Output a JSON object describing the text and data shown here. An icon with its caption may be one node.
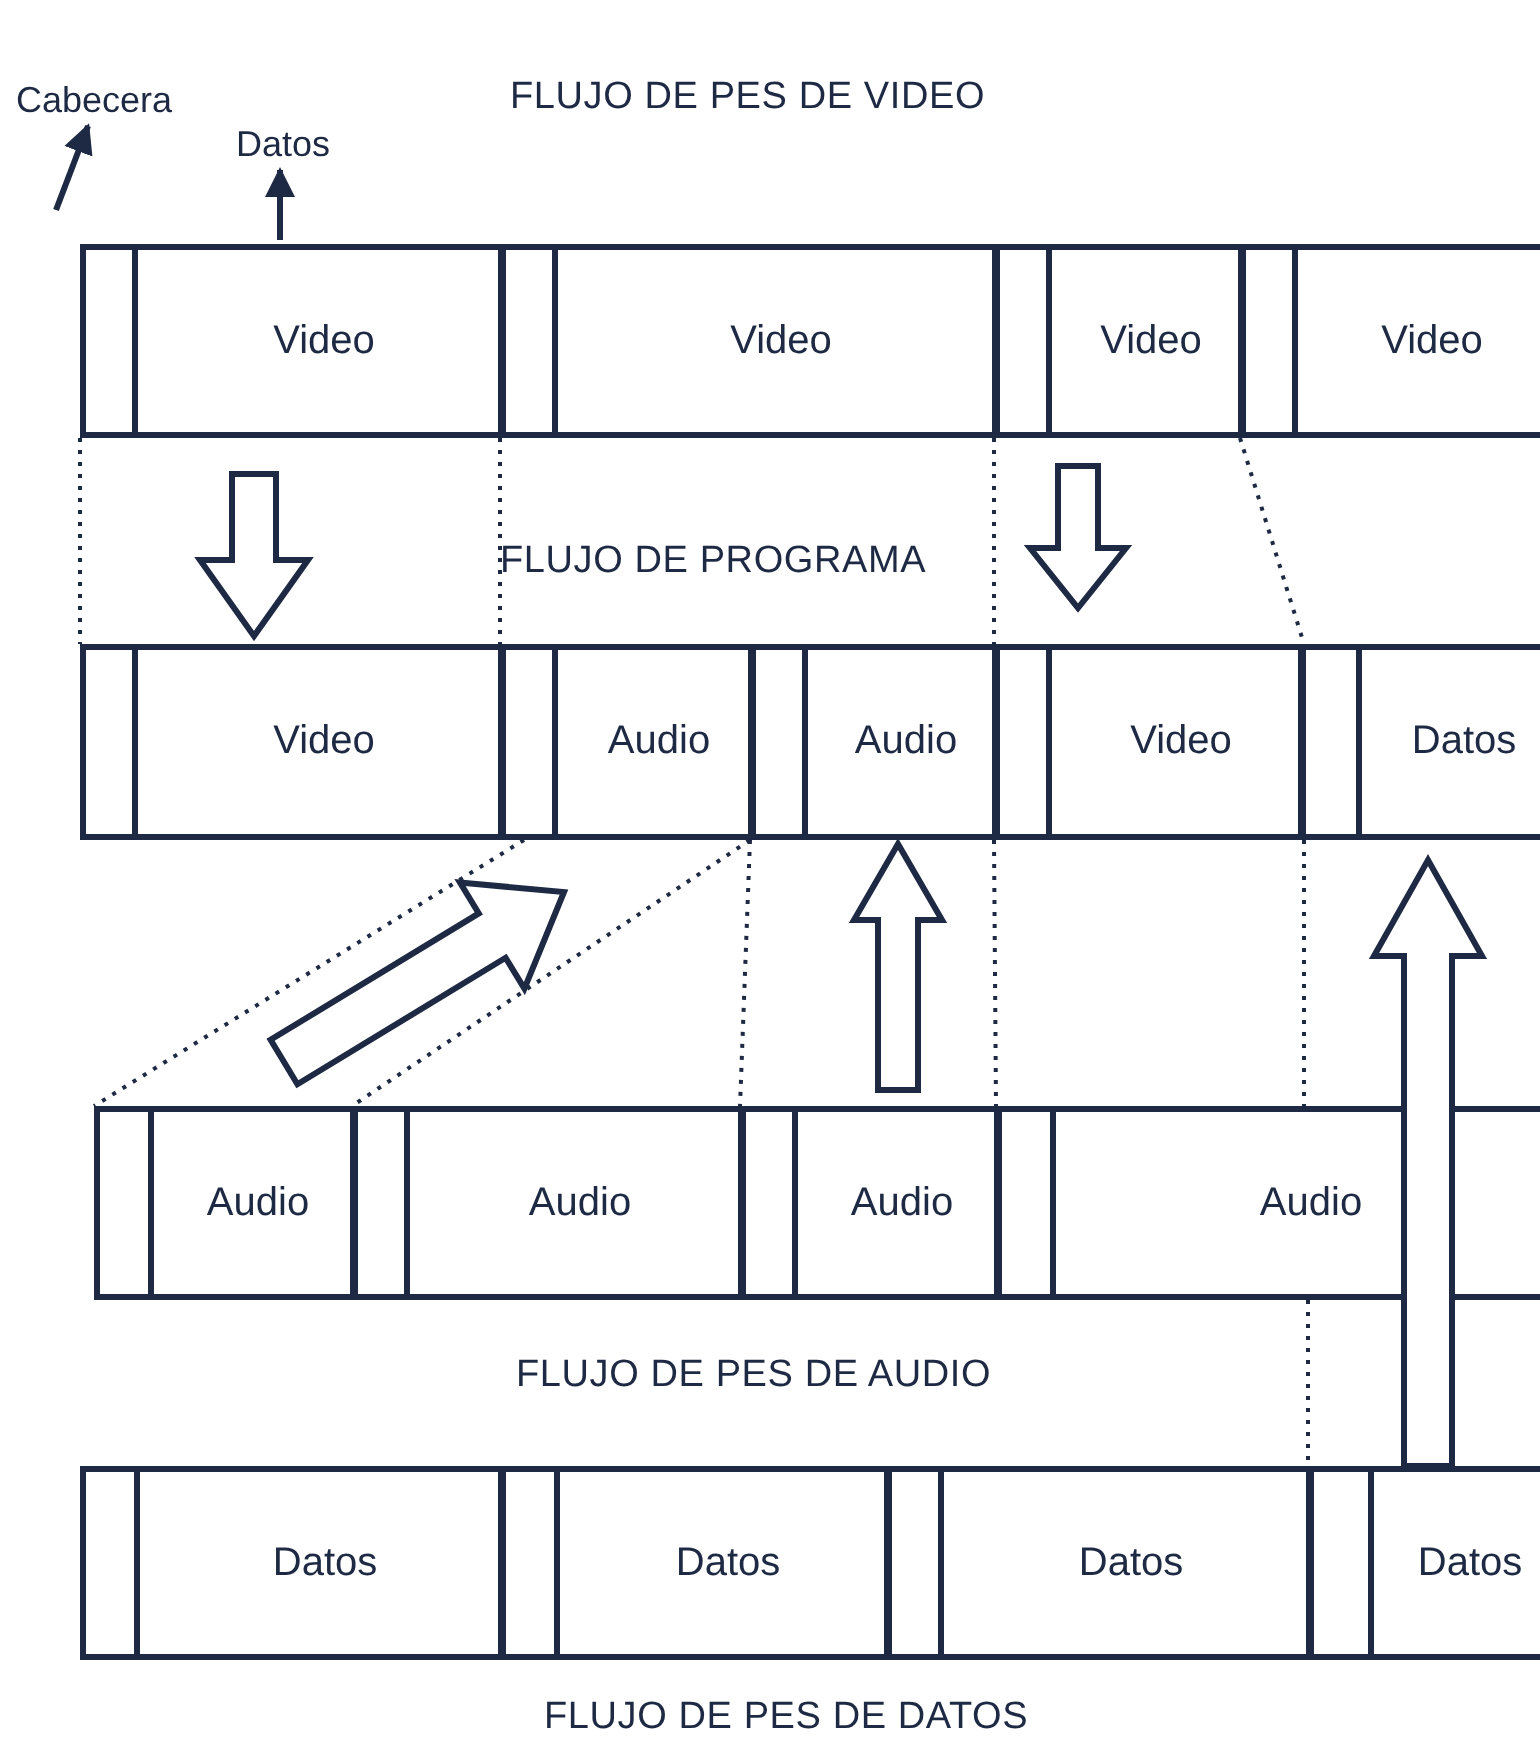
{
  "diagram": {
    "nodes": [
      {
        "text": [
          "Cabecera"
        ]
      },
      {
        "text": [
          "Datos"
        ]
      },
      {
        "text": [
          "Video"
        ]
      },
      {
        "text": [
          "Video"
        ]
      },
      {
        "text": [
          "Video"
        ]
      },
      {
        "text": [
          "Video"
        ]
      },
      {
        "text": [
          "Video"
        ]
      },
      {
        "text": [
          "Audio"
        ]
      },
      {
        "text": [
          "Audio"
        ]
      },
      {
        "text": [
          "Video"
        ]
      },
      {
        "text": [
          "Datos"
        ]
      },
      {
        "text": [
          "Audio"
        ]
      },
      {
        "text": [
          "Audio"
        ]
      },
      {
        "text": [
          "Audio"
        ]
      },
      {
        "text": [
          "Audio"
        ]
      },
      {
        "text": [
          "Datos"
        ]
      },
      {
        "text": [
          "Datos"
        ]
      },
      {
        "text": [
          "Datos"
        ]
      },
      {
        "text": [
          "Datos"
        ]
      }
    ],
    "edges": [
      {
        "from": null,
        "to": 0,
        "arrow": "to"
      },
      {
        "from": 2,
        "to": 1,
        "arrow": "to"
      },
      {
        "from": 2,
        "to": 6,
        "arrow": "to"
      },
      {
        "from": 4,
        "to": 9,
        "arrow": "to"
      },
      {
        "from": 11,
        "to": 7,
        "arrow": "to"
      },
      {
        "from": 13,
        "to": 8,
        "arrow": "to"
      },
      {
        "from": 18,
        "to": 10,
        "arrow": "to"
      },
      {
        "from": 2,
        "to": 6,
        "arrow": "none",
        "style": "dashed"
      },
      {
        "from": 2,
        "to": 7,
        "arrow": "none",
        "style": "dashed"
      },
      {
        "from": 4,
        "to": 8,
        "arrow": "none",
        "style": "dashed"
      },
      {
        "from": 4,
        "to": 10,
        "arrow": "none",
        "style": "dashed"
      },
      {
        "from": 7,
        "to": 11,
        "arrow": "none",
        "style": "dashed"
      },
      {
        "from": 8,
        "to": 11,
        "arrow": "none",
        "style": "dashed"
      },
      {
        "from": 8,
        "to": 13,
        "arrow": "none",
        "style": "dashed"
      },
      {
        "from": 8,
        "to": 13,
        "arrow": "none",
        "style": "dashed"
      },
      {
        "from": 10,
        "to": 14,
        "arrow": "none",
        "style": "dashed"
      },
      {
        "from": 14,
        "to": 18,
        "arrow": "none",
        "style": "dashed"
      }
    ],
    "labels": [
      "FLUJO DE  PES DE VIDEO",
      "FLUJO DE PROGRAMA",
      "FLUJO DE PES DE AUDIO",
      "FLUJO DE PES DE DATOS"
    ]
  }
}
